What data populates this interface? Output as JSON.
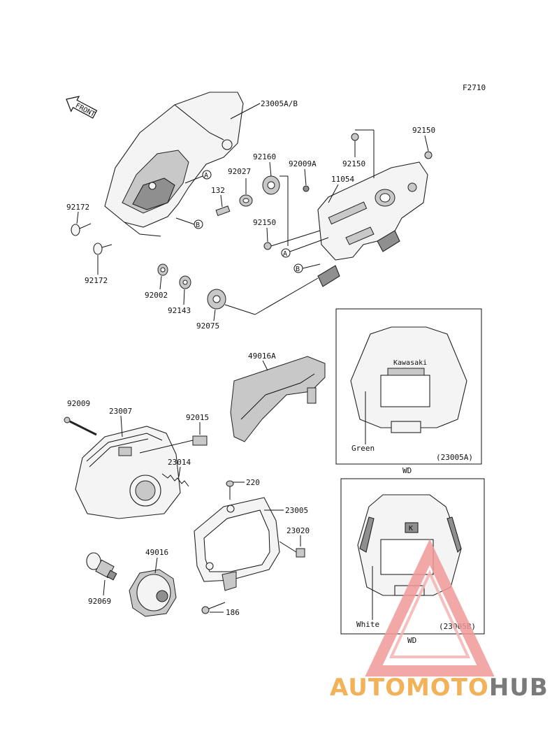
{
  "figure_code": "F2710",
  "front_label": "FRONT",
  "part_numbers": {
    "cowl": "23005A/B",
    "bracket": "11054",
    "grommet_a": "92160",
    "collar_a": "92027",
    "bolt_132": "132",
    "washer_a": "92009A",
    "bolt_92150_top": "92150",
    "bolt_92150_mid": "92150",
    "bolt_92150_low": "92150",
    "screw_92172_top": "92172",
    "screw_92172_bottom": "92172",
    "nut_92002": "92002",
    "collar_92143": "92143",
    "grommet_92075": "92075",
    "cover_49016A": "49016A",
    "screw_92009": "92009",
    "headlamp_23007": "23007",
    "clip_92015": "92015",
    "spring_23014": "23014",
    "screw_220": "220",
    "housing_23005": "23005",
    "nut_23020": "23020",
    "bulb_92069": "92069",
    "socket_49016": "49016",
    "bolt_186": "186"
  },
  "callouts": {
    "a": "A",
    "b": "B"
  },
  "inset_green": {
    "brand_text": "Kawasaki",
    "color_label": "Green",
    "code_label": "(23005A)",
    "region_label": "WD"
  },
  "inset_white": {
    "brand_text": "K",
    "color_label": "White",
    "code_label": "(23005B)",
    "region_label": "WD"
  },
  "watermark": {
    "part1": "AUTOMOTO",
    "part2": "HUB",
    "color_orange": "#f2b25a",
    "color_red": "#e45a5a",
    "color_gray": "#7a7a7a"
  }
}
